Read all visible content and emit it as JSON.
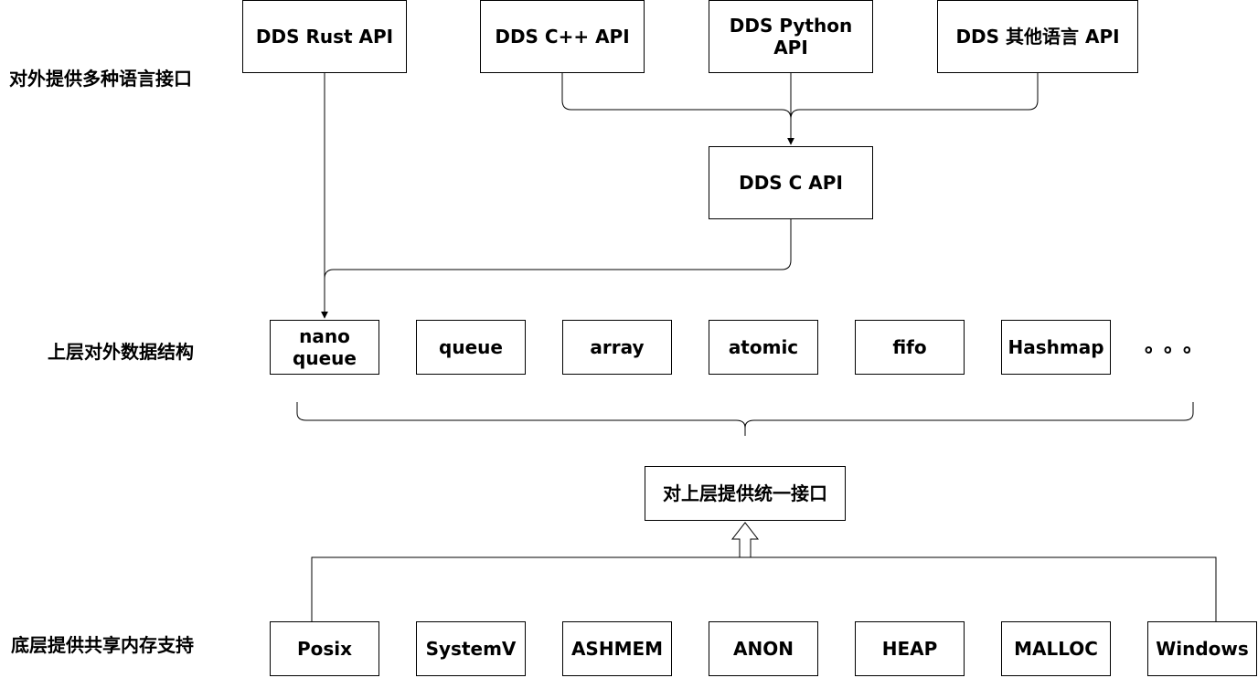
{
  "layers": {
    "top_label": "对外提供多种语言接口",
    "middle_label": "上层对外数据结构",
    "bottom_label": "底层提供共享内存支持"
  },
  "api": {
    "rust": "DDS Rust API",
    "cpp": "DDS C++ API",
    "python": "DDS Python API",
    "other": "DDS 其他语言 API",
    "c": "DDS C API"
  },
  "data_structures": {
    "nano_queue_line1": "nano",
    "nano_queue_line2": "queue",
    "queue": "queue",
    "array": "array",
    "atomic": "atomic",
    "fifo": "fifo",
    "hashmap": "Hashmap",
    "ellipsis": "。。。"
  },
  "unified_interface": "对上层提供统一接口",
  "backends": {
    "posix": "Posix",
    "systemv": "SystemV",
    "ashmem": "ASHMEM",
    "anon": "ANON",
    "heap": "HEAP",
    "malloc": "MALLOC",
    "windows": "Windows"
  }
}
